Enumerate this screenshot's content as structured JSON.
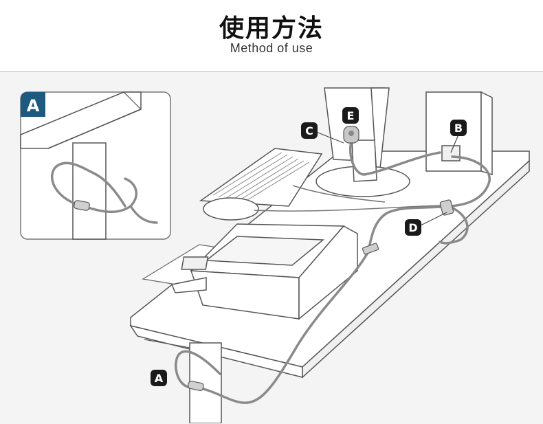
{
  "header": {
    "title": "使用方法",
    "subtitle": "Method of use"
  },
  "labels": {
    "A_inset": "A",
    "A": "A",
    "B": "B",
    "C": "C",
    "D": "D",
    "E": "E"
  },
  "colors": {
    "badge_inset": "#1e5a80",
    "badge": "#1a1a1a",
    "line": "#555555",
    "cable": "#8a8a8a",
    "fill": "#ffffff",
    "background": "#f4f4f4"
  }
}
